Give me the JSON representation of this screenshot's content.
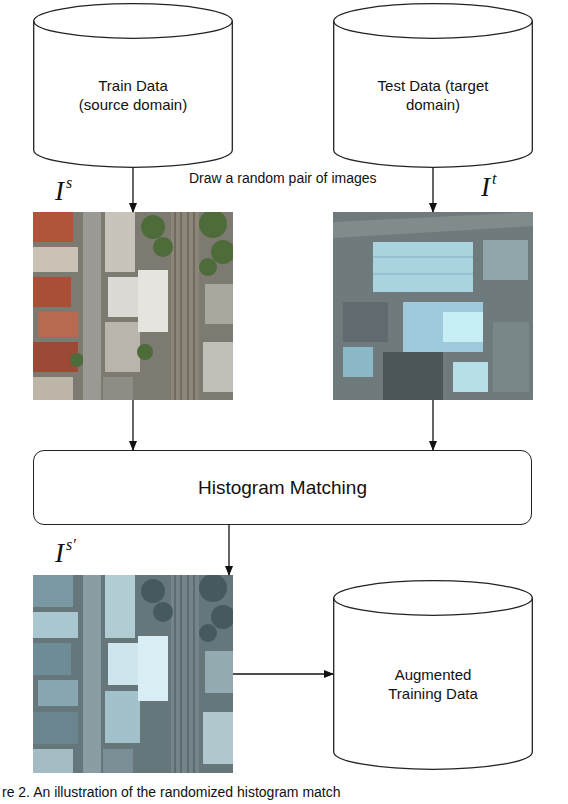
{
  "diagram": {
    "caption": "re 2. An illustration of the randomized histogram match",
    "nodes": [
      {
        "text": [
          "Train Data (source domain)"
        ]
      },
      {
        "text": [
          "Test Data (target domain)"
        ]
      },
      {
        "text": [
          "I",
          "s"
        ]
      },
      {
        "text": [
          "I",
          "t"
        ]
      },
      {
        "text": [
          "Histogram Matching"
        ]
      },
      {
        "text": [
          "I",
          "s'"
        ]
      },
      {
        "text": [
          "Augmented Training Data"
        ]
      }
    ],
    "edges": [
      {
        "from": 0,
        "to": 2,
        "arrow": "to"
      },
      {
        "from": 1,
        "to": 3,
        "arrow": "to"
      },
      {
        "from": 2,
        "to": 4,
        "arrow": "to"
      },
      {
        "from": 3,
        "to": 4,
        "arrow": "to"
      },
      {
        "from": 4,
        "to": 5,
        "arrow": "to"
      },
      {
        "from": 5,
        "to": 6,
        "arrow": "to"
      }
    ],
    "labels": [
      "Draw a random pair of images"
    ]
  }
}
